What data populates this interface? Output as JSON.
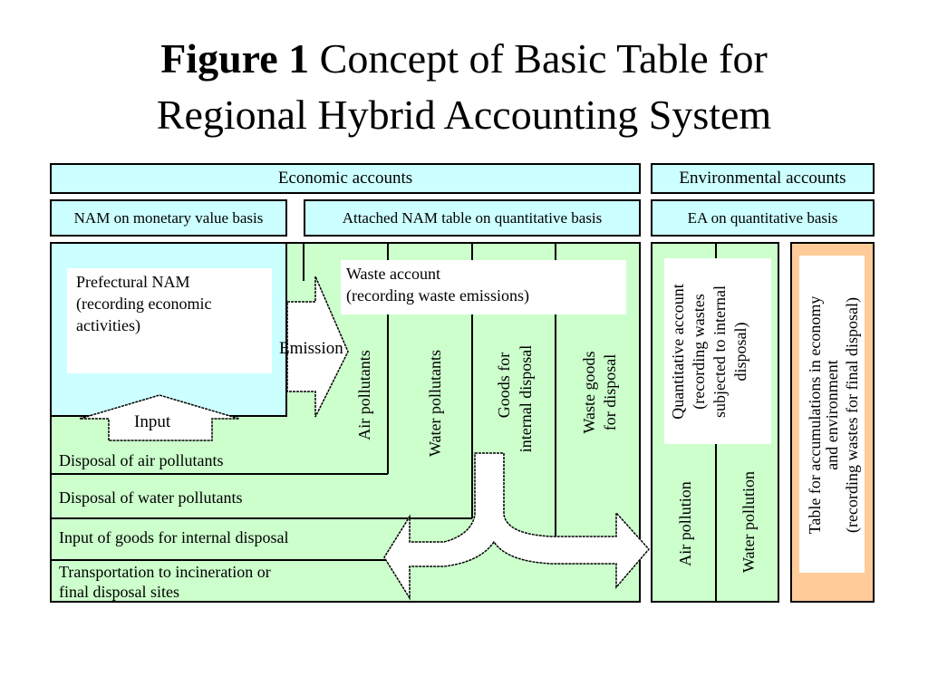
{
  "title": {
    "figure_label": "Figure 1",
    "line1": "Concept of Basic Table for",
    "line2": "Regional Hybrid Accounting System"
  },
  "headers": {
    "economic": "Economic accounts",
    "environmental": "Environmental accounts",
    "nam_monetary": "NAM on monetary value basis",
    "attached_nam": "Attached NAM table on quantitative basis",
    "ea_quantitative": "EA on quantitative basis"
  },
  "prefectural_nam": {
    "line1": "Prefectural NAM",
    "line2": "(recording economic",
    "line3": "activities)"
  },
  "waste_account": {
    "line1": "Waste account",
    "line2": "(recording waste emissions)"
  },
  "arrows": {
    "emission": "Emission",
    "input": "Input"
  },
  "columns": {
    "air_pollutants": "Air pollutants",
    "water_pollutants": "Water pollutants",
    "goods_internal_1": "Goods for",
    "goods_internal_2": "internal disposal",
    "waste_goods_1": "Waste goods",
    "waste_goods_2": "for disposal"
  },
  "rows": {
    "disposal_air": "Disposal of air pollutants",
    "disposal_water": "Disposal of water pollutants",
    "input_goods": "Input of goods for internal disposal",
    "transport_1": "Transportation to incineration or",
    "transport_2": "final disposal sites"
  },
  "quantitative_account": {
    "line1": "Quantitative account",
    "line2": "(recording wastes",
    "line3": "subjected to internal",
    "line4": "disposal)"
  },
  "ea_columns": {
    "air_pollution": "Air pollution",
    "water_pollution": "Water pollution"
  },
  "accumulation_table": {
    "line1": "Table for accumulations in economy",
    "line2": "and environment",
    "line3": "(recording wastes for final disposal)"
  },
  "colors": {
    "cyan": "#ccffff",
    "green": "#ccffcc",
    "peach": "#ffcc99"
  }
}
